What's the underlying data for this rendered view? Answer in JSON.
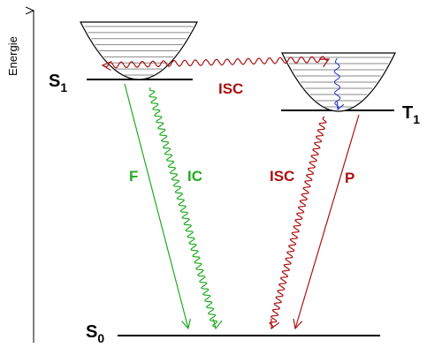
{
  "axis": {
    "label": "Energie"
  },
  "states": {
    "s1": {
      "letter": "S",
      "sub": "1"
    },
    "t1": {
      "letter": "T",
      "sub": "1"
    },
    "s0": {
      "letter": "S",
      "sub": "0"
    }
  },
  "transitions": {
    "isc_top": "ISC",
    "fluorescence": "F",
    "internal_conversion": "IC",
    "isc_down": "ISC",
    "phosphorescence": "P"
  },
  "colors": {
    "green": "#22aa22",
    "red": "#aa1111",
    "blue": "#2233cc",
    "black": "#000000",
    "well_lines": "#888888"
  }
}
